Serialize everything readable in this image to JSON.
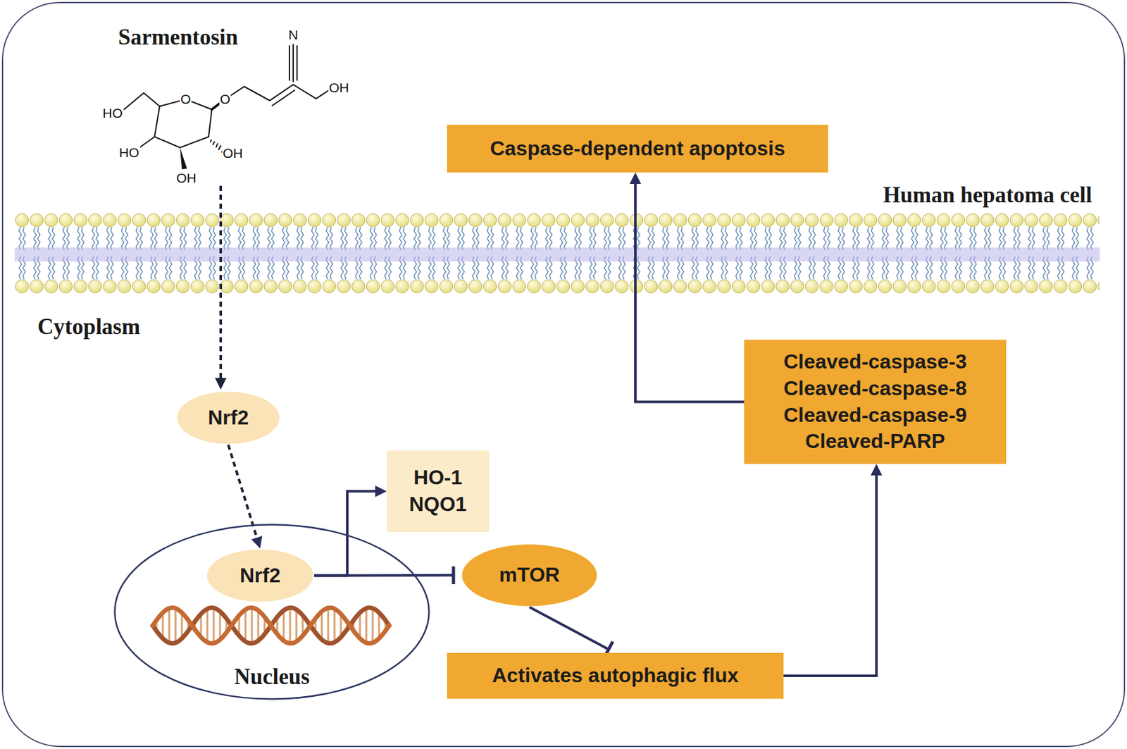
{
  "diagram": {
    "nodes": [
      {
        "text": [
          "Caspase-dependent apoptosis"
        ]
      },
      {
        "text": [
          "Nrf2"
        ]
      },
      {
        "text": [
          "Cleaved-caspase-3 Cleaved-caspase-8 Cleaved-caspase-9 Cleaved-PARP"
        ]
      },
      {
        "text": [
          "HO-1 NQO1"
        ]
      },
      {
        "text": [
          "Nucleus"
        ]
      },
      {
        "text": [
          "Nrf2"
        ],
        "in": 4
      },
      {
        "text": [
          "mTOR"
        ]
      },
      {
        "text": [
          "Activates autophagic flux"
        ]
      }
    ],
    "edges": [
      {
        "from": 1,
        "to": 5,
        "arrow": "to"
      },
      {
        "from": 5,
        "to": 3,
        "arrow": "to"
      },
      {
        "from": 5,
        "to": 6,
        "arrow": "to"
      },
      {
        "from": 6,
        "to": 7,
        "arrow": "to"
      },
      {
        "from": 7,
        "to": 2,
        "arrow": "to"
      },
      {
        "from": 2,
        "to": 0,
        "arrow": "to"
      }
    ],
    "labels": [
      "Sarmentosin",
      "N",
      "OH",
      "HO",
      "O",
      "O",
      "HO",
      "OH",
      "OH",
      "Human hepatoma cell",
      "Cytoplasm"
    ]
  }
}
